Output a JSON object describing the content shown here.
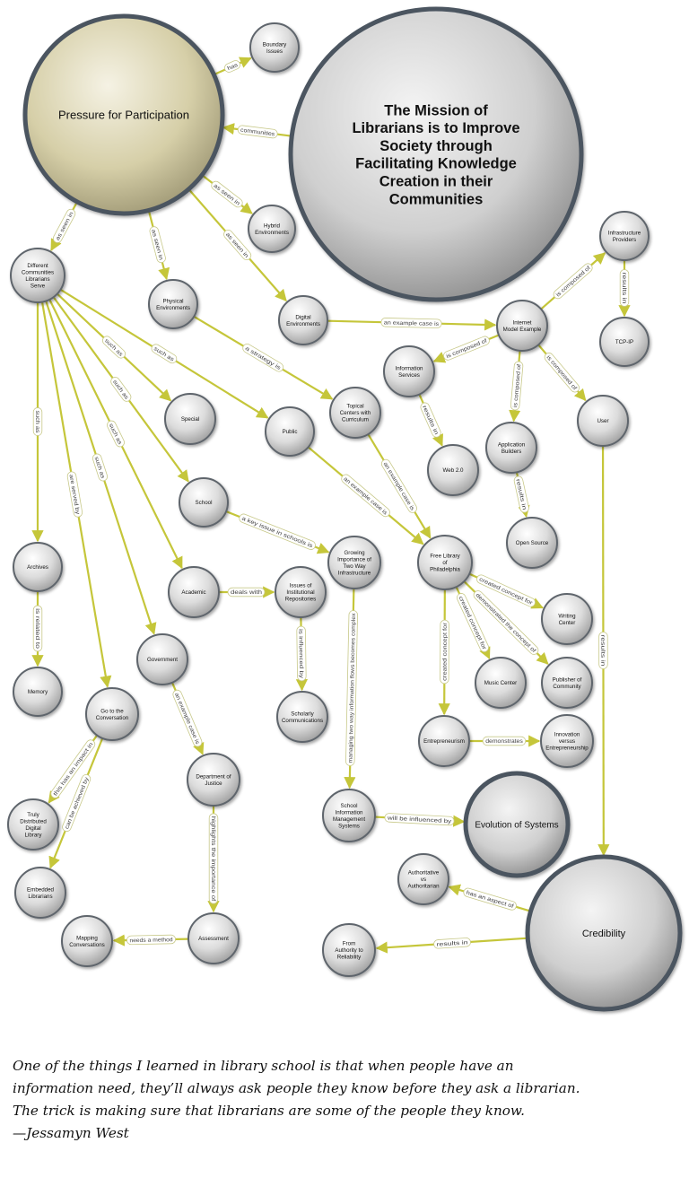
{
  "nodes": [
    {
      "id": "pressure",
      "label": "Pressure for Participation",
      "big": true,
      "tint": "#d8d2ae"
    },
    {
      "id": "boundary",
      "label": "Boundary Issues"
    },
    {
      "id": "mission",
      "label": "The Mission of Librarians is to Improve Society through Facilitating Knowledge Creation in their Communities",
      "big": true
    },
    {
      "id": "hybrid",
      "label": "Hybrid Environments"
    },
    {
      "id": "different",
      "label": "Different Communities Librarians Serve"
    },
    {
      "id": "physical",
      "label": "Physical Environments"
    },
    {
      "id": "digital",
      "label": "Digital Environments"
    },
    {
      "id": "infra",
      "label": "Infrastructure Providers"
    },
    {
      "id": "tcpip",
      "label": "TCP-IP"
    },
    {
      "id": "internet",
      "label": "Internet Model Example"
    },
    {
      "id": "infoserv",
      "label": "Information Services"
    },
    {
      "id": "web2",
      "label": "Web 2.0"
    },
    {
      "id": "appbuild",
      "label": "Application Builders"
    },
    {
      "id": "opensource",
      "label": "Open Source"
    },
    {
      "id": "user",
      "label": "User"
    },
    {
      "id": "special",
      "label": "Special"
    },
    {
      "id": "public",
      "label": "Public"
    },
    {
      "id": "topical",
      "label": "Topical Centers with Curriculum"
    },
    {
      "id": "school",
      "label": "School"
    },
    {
      "id": "growing",
      "label": "Growing Importance of Two Way Infrastructure"
    },
    {
      "id": "freelib",
      "label": "Free Library of Philadelphia"
    },
    {
      "id": "archives",
      "label": "Archives"
    },
    {
      "id": "academic",
      "label": "Academic"
    },
    {
      "id": "issues",
      "label": "Issues of Institutional Repositories"
    },
    {
      "id": "writing",
      "label": "Writing Center"
    },
    {
      "id": "government",
      "label": "Government"
    },
    {
      "id": "memory",
      "label": "Memory"
    },
    {
      "id": "gotoconv",
      "label": "Go to the Conversation"
    },
    {
      "id": "scholarly",
      "label": "Scholarly Communications"
    },
    {
      "id": "music",
      "label": "Music Center"
    },
    {
      "id": "publisher",
      "label": "Publisher of Community"
    },
    {
      "id": "entrepreneurism",
      "label": "Entrepreneurism"
    },
    {
      "id": "innovation",
      "label": "Innovation versus Entrepreneurship"
    },
    {
      "id": "justice",
      "label": "Department of Justice"
    },
    {
      "id": "sims",
      "label": "School Information Management Systems"
    },
    {
      "id": "evolution",
      "label": "Evolution of Systems",
      "big": true
    },
    {
      "id": "truly",
      "label": "Truly Distributed Digital Library"
    },
    {
      "id": "authoritative",
      "label": "Authoritative vs Authoritarian"
    },
    {
      "id": "embedded",
      "label": "Embedded Librarians"
    },
    {
      "id": "credibility",
      "label": "Credibility",
      "big": true
    },
    {
      "id": "mapping",
      "label": "Mapping Conversations"
    },
    {
      "id": "assessment",
      "label": "Assessment"
    },
    {
      "id": "fromauth",
      "label": "From Authority to Reliability"
    }
  ],
  "edges": [
    {
      "from": "pressure",
      "to": "boundary",
      "label": "has"
    },
    {
      "from": "mission",
      "to": "pressure",
      "label": "communities"
    },
    {
      "from": "pressure",
      "to": "hybrid",
      "label": "as seen in"
    },
    {
      "from": "pressure",
      "to": "different",
      "label": "as seen in"
    },
    {
      "from": "pressure",
      "to": "physical",
      "label": "as seen in"
    },
    {
      "from": "pressure",
      "to": "digital",
      "label": "as seen in"
    },
    {
      "from": "digital",
      "to": "internet",
      "label": "an example case is"
    },
    {
      "from": "internet",
      "to": "infra",
      "label": "is composed of"
    },
    {
      "from": "infra",
      "to": "tcpip",
      "label": "results in"
    },
    {
      "from": "internet",
      "to": "infoserv",
      "label": "is composed of"
    },
    {
      "from": "internet",
      "to": "appbuild",
      "label": "is composed of"
    },
    {
      "from": "internet",
      "to": "user",
      "label": "is composed of"
    },
    {
      "from": "infoserv",
      "to": "web2",
      "label": "results in"
    },
    {
      "from": "appbuild",
      "to": "opensource",
      "label": "results in"
    },
    {
      "from": "physical",
      "to": "topical",
      "label": "a strategy is"
    },
    {
      "from": "different",
      "to": "special",
      "label": "such as"
    },
    {
      "from": "different",
      "to": "public",
      "label": "such as"
    },
    {
      "from": "different",
      "to": "school",
      "label": "such as"
    },
    {
      "from": "different",
      "to": "archives",
      "label": "such as"
    },
    {
      "from": "different",
      "to": "academic",
      "label": "such as"
    },
    {
      "from": "different",
      "to": "government",
      "label": "such as"
    },
    {
      "from": "different",
      "to": "gotoconv",
      "label": "are served by"
    },
    {
      "from": "public",
      "to": "freelib",
      "label": "an example case is"
    },
    {
      "from": "topical",
      "to": "freelib",
      "label": "an example case is"
    },
    {
      "from": "school",
      "to": "growing",
      "label": "a key issue in schools is"
    },
    {
      "from": "academic",
      "to": "issues",
      "label": "deals with"
    },
    {
      "from": "issues",
      "to": "scholarly",
      "label": "is influenced by"
    },
    {
      "from": "archives",
      "to": "memory",
      "label": "is related to"
    },
    {
      "from": "freelib",
      "to": "writing",
      "label": "created concept for"
    },
    {
      "from": "freelib",
      "to": "publisher",
      "label": "demonstrated the concept of"
    },
    {
      "from": "freelib",
      "to": "music",
      "label": "created concept for"
    },
    {
      "from": "freelib",
      "to": "entrepreneurism",
      "label": "created concept for"
    },
    {
      "from": "entrepreneurism",
      "to": "innovation",
      "label": "demonstrates"
    },
    {
      "from": "government",
      "to": "justice",
      "label": "an example case is"
    },
    {
      "from": "growing",
      "to": "sims",
      "label": "managing two way information flows becomes complex"
    },
    {
      "from": "sims",
      "to": "evolution",
      "label": "will be influenced by"
    },
    {
      "from": "gotoconv",
      "to": "truly",
      "label": "this has an impact in"
    },
    {
      "from": "gotoconv",
      "to": "embedded",
      "label": "can be achieved by"
    },
    {
      "from": "justice",
      "to": "assessment",
      "label": "highlights the importance of"
    },
    {
      "from": "assessment",
      "to": "mapping",
      "label": "needs a method"
    },
    {
      "from": "user",
      "to": "credibility",
      "label": "results in"
    },
    {
      "from": "credibility",
      "to": "authoritative",
      "label": "has an aspect of"
    },
    {
      "from": "credibility",
      "to": "fromauth",
      "label": "results in"
    }
  ],
  "quote": {
    "lines": [
      "One of the things I learned in library school is that when people have an",
      "information need, they’ll always ask people they know before they ask a librarian.",
      "The trick is making sure that librarians are some of the people they know.",
      "—Jessamyn West"
    ]
  }
}
